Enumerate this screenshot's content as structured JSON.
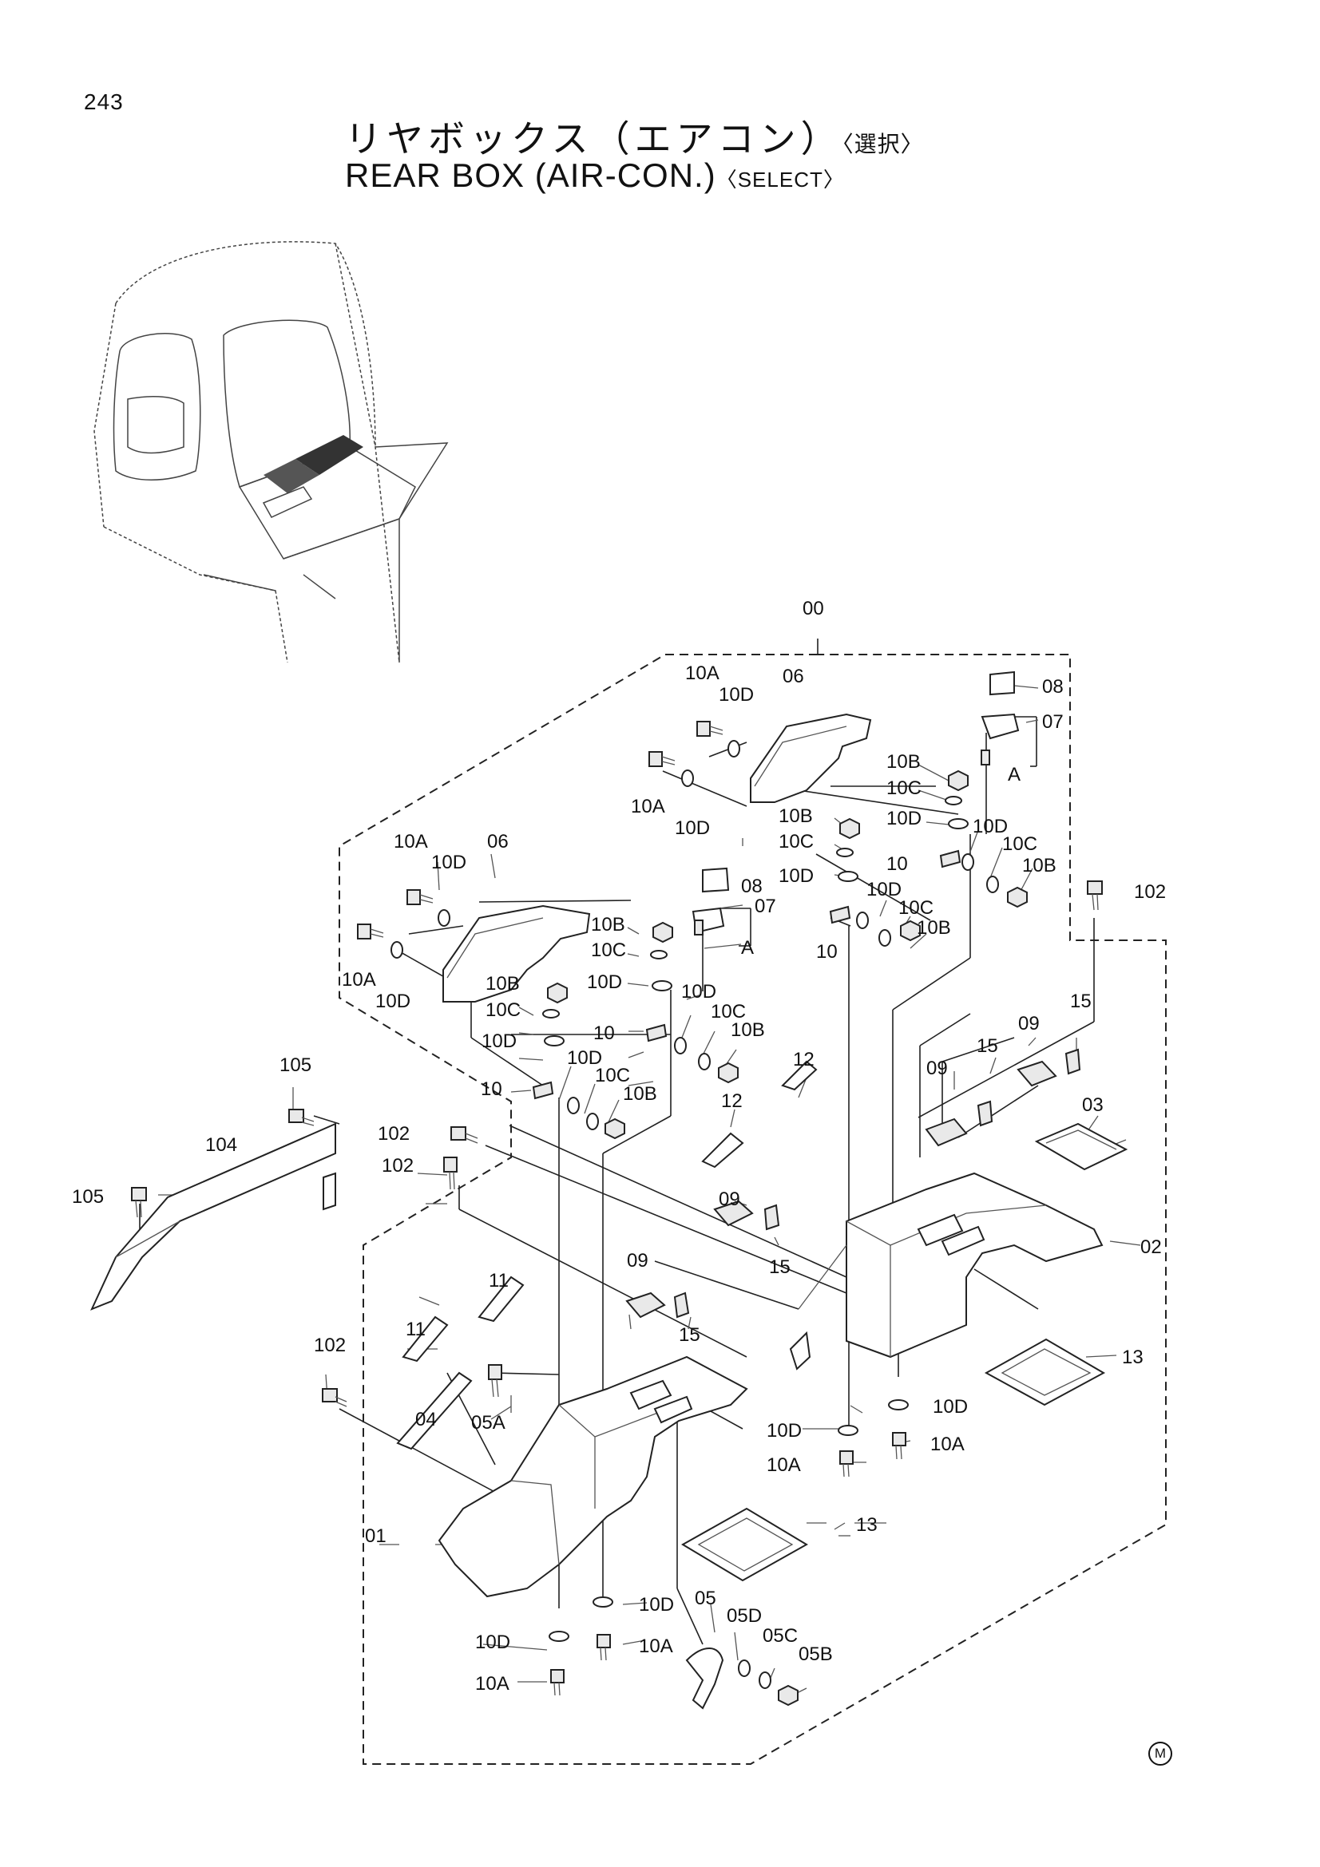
{
  "page_number": "243",
  "title_jp": "リヤボックス（エアコン）",
  "title_jp_qualifier": "〈選択〉",
  "title_en": "REAR BOX (AIR-CON.)",
  "title_en_qualifier": "〈SELECT〉",
  "mark": "M",
  "labels": {
    "l00": "00",
    "l01": "01",
    "l02": "02",
    "l03": "03",
    "l04": "04",
    "l05": "05",
    "l05a": "05A",
    "l05b": "05B",
    "l05c": "05C",
    "l05d": "05D",
    "l06a": "06",
    "l06b": "06",
    "l07a": "07",
    "l07b": "07",
    "l08a": "08",
    "l08b": "08",
    "l09a": "09",
    "l09b": "09",
    "l09c": "09",
    "l09d": "09",
    "l10a": "10",
    "l10b": "10",
    "l10c": "10",
    "l10d": "10",
    "l10A1": "10A",
    "l10A2": "10A",
    "l10A3": "10A",
    "l10A4": "10A",
    "l10A5": "10A",
    "l10A6": "10A",
    "l10A7": "10A",
    "l10A8": "10A",
    "l10B1": "10B",
    "l10B2": "10B",
    "l10B3": "10B",
    "l10B4": "10B",
    "l10B5": "10B",
    "l10B6": "10B",
    "l10B7": "10B",
    "l10B8": "10B",
    "l10C1": "10C",
    "l10C2": "10C",
    "l10C3": "10C",
    "l10C4": "10C",
    "l10C5": "10C",
    "l10C6": "10C",
    "l10C7": "10C",
    "l10C8": "10C",
    "l10D1": "10D",
    "l10D2": "10D",
    "l10D3": "10D",
    "l10D4": "10D",
    "l10D5": "10D",
    "l10D6": "10D",
    "l10D7": "10D",
    "l10D8": "10D",
    "l10D9": "10D",
    "l10D10": "10D",
    "l10D11": "10D",
    "l10D12": "10D",
    "l10D13": "10D",
    "l10D14": "10D",
    "l10D15": "10D",
    "l10D16": "10D",
    "l11a": "11",
    "l11b": "11",
    "l12a": "12",
    "l12b": "12",
    "l13a": "13",
    "l13b": "13",
    "l15a": "15",
    "l15b": "15",
    "l15c": "15",
    "l15d": "15",
    "l102a": "102",
    "l102b": "102",
    "l102c": "102",
    "l102d": "102",
    "l104": "104",
    "l105a": "105",
    "l105b": "105",
    "lAa": "A",
    "lAb": "A"
  }
}
